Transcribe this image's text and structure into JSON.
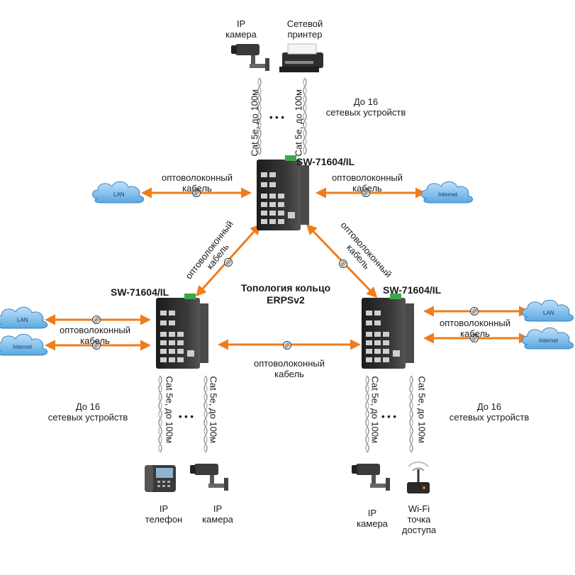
{
  "title": [
    "Топология кольцо",
    "ERPSv2"
  ],
  "switches": [
    {
      "id": "top",
      "label": "SW-71604/IL"
    },
    {
      "id": "left",
      "label": "SW-71604/IL"
    },
    {
      "id": "right",
      "label": "SW-71604/IL"
    }
  ],
  "clouds": {
    "top_left": "LAN",
    "top_right": "Internet",
    "left_lan": "LAN",
    "left_internet": "Internet",
    "right_lan": "LAN",
    "right_internet": "Internet"
  },
  "fiber_label": [
    "оптоволоконный",
    "кабель"
  ],
  "fiber_label_single": "оптоволоконный кабель",
  "copper_label": "Cat 5e, до 100м",
  "ellipsis": "• • •",
  "device_count": [
    "До 16",
    "сетевых устройств"
  ],
  "devices": {
    "top_camera": [
      "IP",
      "камера"
    ],
    "top_printer": [
      "Сетевой",
      "принтер"
    ],
    "left_phone": [
      "IP",
      "телефон"
    ],
    "left_camera": [
      "IP",
      "камера"
    ],
    "right_camera": [
      "IP",
      "камера"
    ],
    "right_wifi": [
      "Wi-Fi",
      "точка",
      "доступа"
    ]
  },
  "colors": {
    "fiber": "#f07c1a",
    "switch": "#2b2b2b",
    "cloud": "#5aa7e0",
    "twisted": "#8a8a8a"
  }
}
